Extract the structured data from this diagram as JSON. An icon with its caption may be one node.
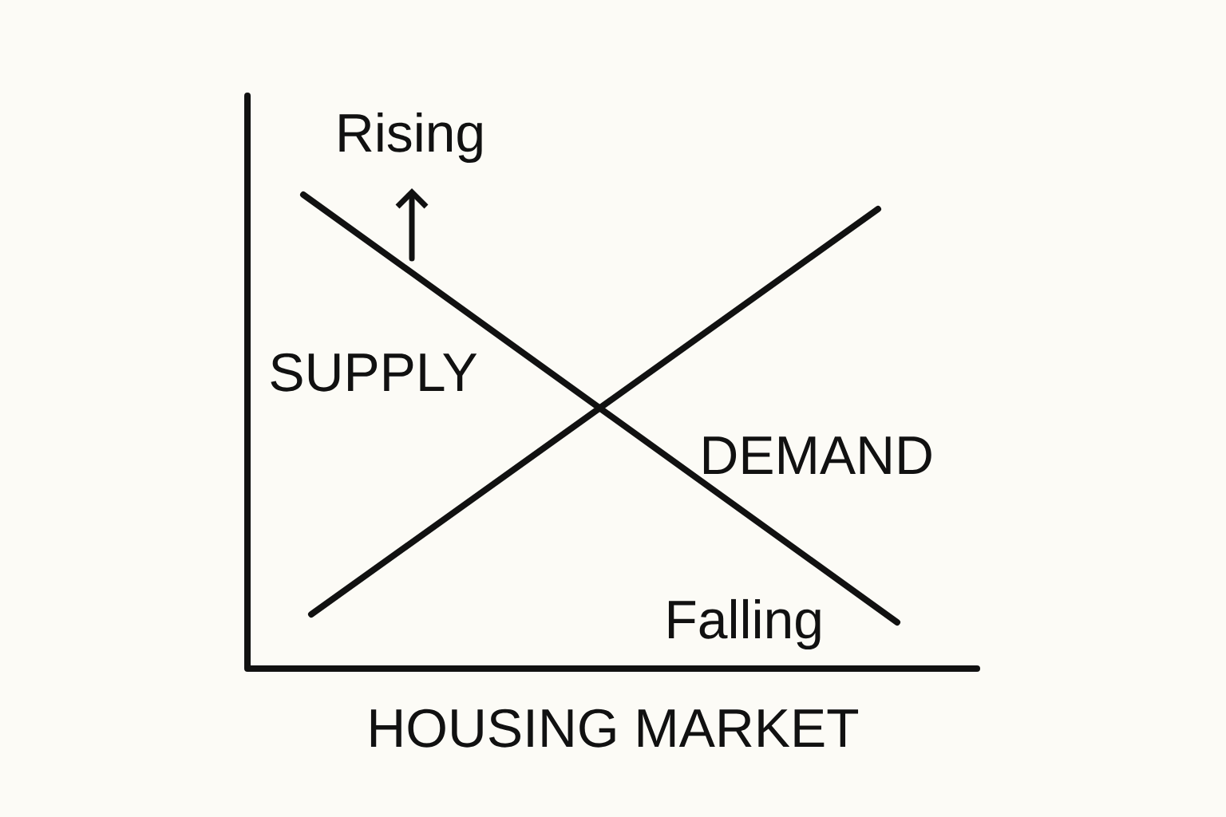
{
  "diagram": {
    "labels": [
      "Rising",
      "SUPPLY",
      "DEMAND",
      "Falling",
      "HOUSING MARKET"
    ]
  }
}
